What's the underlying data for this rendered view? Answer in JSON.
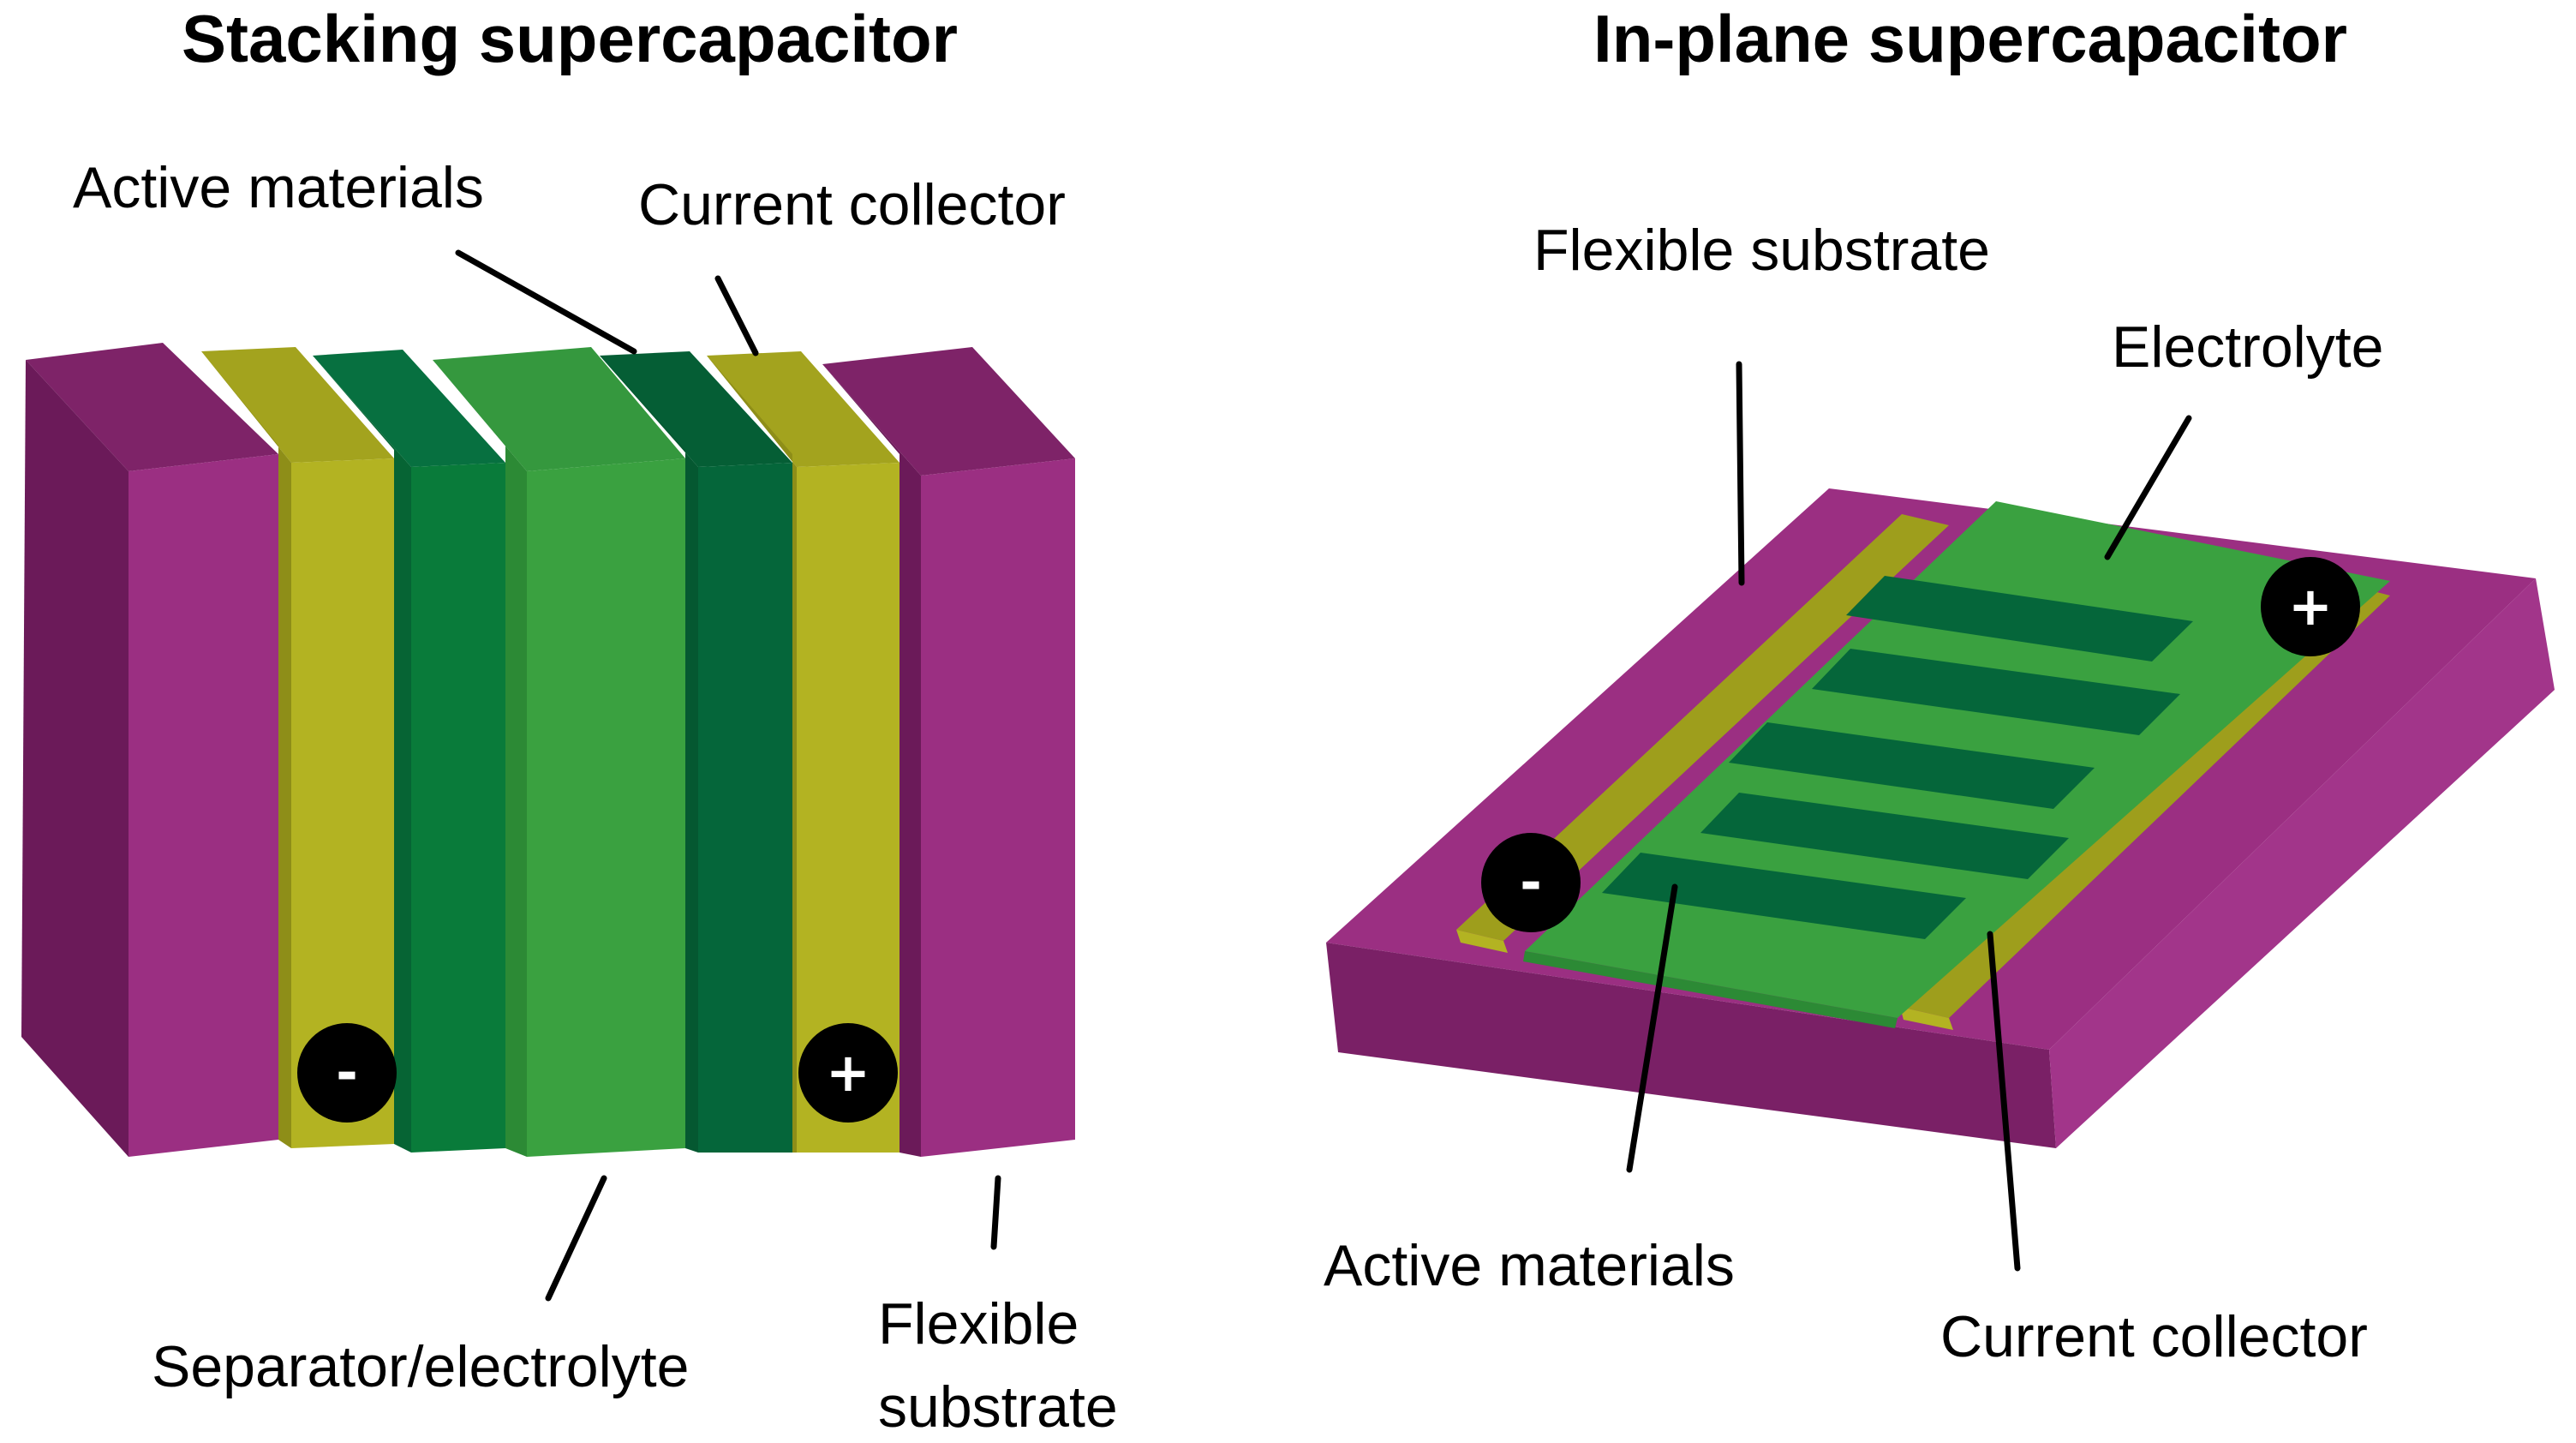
{
  "colors": {
    "substrate_front": "#9B2F82",
    "substrate_side": "#6B1A59",
    "substrate_top": "#8A2673",
    "collector_front": "#B3B322",
    "collector_side": "#8E8E18",
    "active_front": "#097B3A",
    "active_side": "#076030",
    "active_dark": "#05663A",
    "separator_front": "#3AA140",
    "separator_side": "#2C8A35",
    "terminal": "#000000"
  },
  "left": {
    "title": "Stacking supercapacitor",
    "labels": {
      "active_materials": "Active materials",
      "current_collector": "Current collector",
      "separator": "Separator/electrolyte",
      "flexible_substrate_line1": "Flexible",
      "flexible_substrate_line2": "substrate"
    },
    "terminals": {
      "negative": "-",
      "positive": "+"
    },
    "layer_order": [
      "Flexible substrate",
      "Current collector",
      "Active materials",
      "Separator/electrolyte",
      "Active materials",
      "Current collector",
      "Flexible substrate"
    ]
  },
  "right": {
    "title": "In-plane supercapacitor",
    "labels": {
      "flexible_substrate": "Flexible substrate",
      "electrolyte": "Electrolyte",
      "active_materials": "Active materials",
      "current_collector": "Current collector"
    },
    "terminals": {
      "negative": "-",
      "positive": "+"
    },
    "finger_count": 5
  }
}
